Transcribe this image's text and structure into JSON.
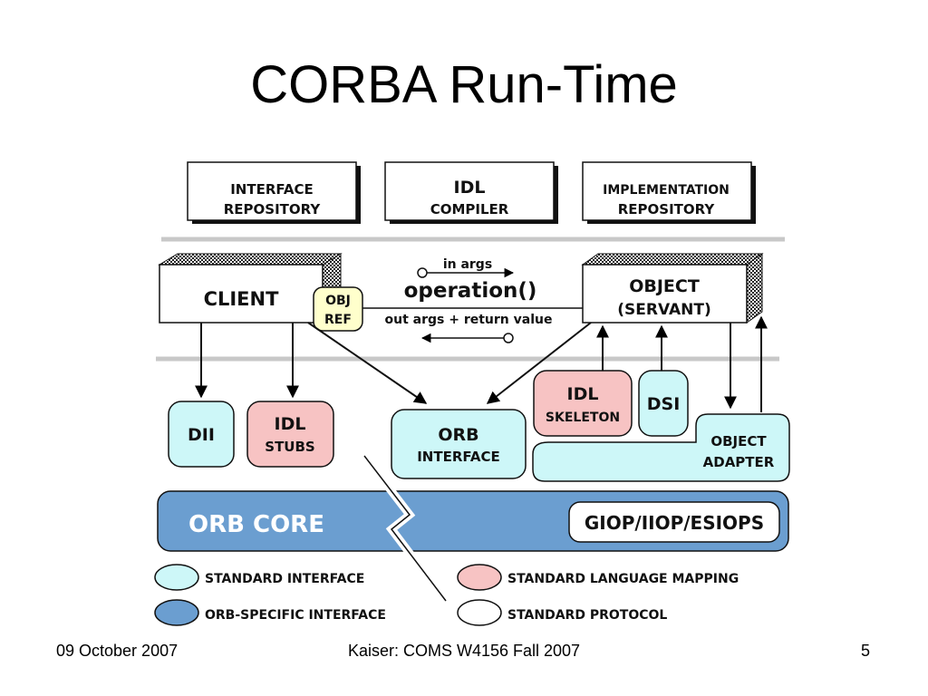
{
  "slide": {
    "title": "CORBA Run-Time",
    "footer_left": "09 October 2007",
    "footer_center": "Kaiser: COMS W4156 Fall 2007",
    "footer_right": "5"
  },
  "diagram": {
    "interface_repository": [
      "INTERFACE",
      "REPOSITORY"
    ],
    "idl_compiler": [
      "IDL",
      "COMPILER"
    ],
    "implementation_repository": [
      "IMPLEMENTATION",
      "REPOSITORY"
    ],
    "client": "CLIENT",
    "obj_ref": [
      "OBJ",
      "REF"
    ],
    "in_args": "in  args",
    "operation": "operation()",
    "out_args": "out  args + return  value",
    "object": "OBJECT",
    "servant": "(SERVANT)",
    "dii": "DII",
    "idl_stubs": [
      "IDL",
      "STUBS"
    ],
    "orb_interface": [
      "ORB",
      "INTERFACE"
    ],
    "idl_skeleton": [
      "IDL",
      "SKELETON"
    ],
    "dsi": "DSI",
    "object_adapter": [
      "OBJECT",
      "ADAPTER"
    ],
    "orb_core": "ORB  CORE",
    "protocols": "GIOP/IIOP/ESIOPS"
  },
  "legend": {
    "standard_interface": "STANDARD  INTERFACE",
    "standard_language_mapping": "STANDARD  LANGUAGE  MAPPING",
    "orb_specific_interface": "ORB-SPECIFIC  INTERFACE",
    "standard_protocol": "STANDARD  PROTOCOL"
  },
  "colors": {
    "standard_interface": "#cdf7f8",
    "language_mapping": "#f7c3c3",
    "orb_specific": "#6b9ed0",
    "protocol": "#ffffff",
    "obj_ref": "#ffffcc",
    "separator": "#c8c8c8"
  }
}
